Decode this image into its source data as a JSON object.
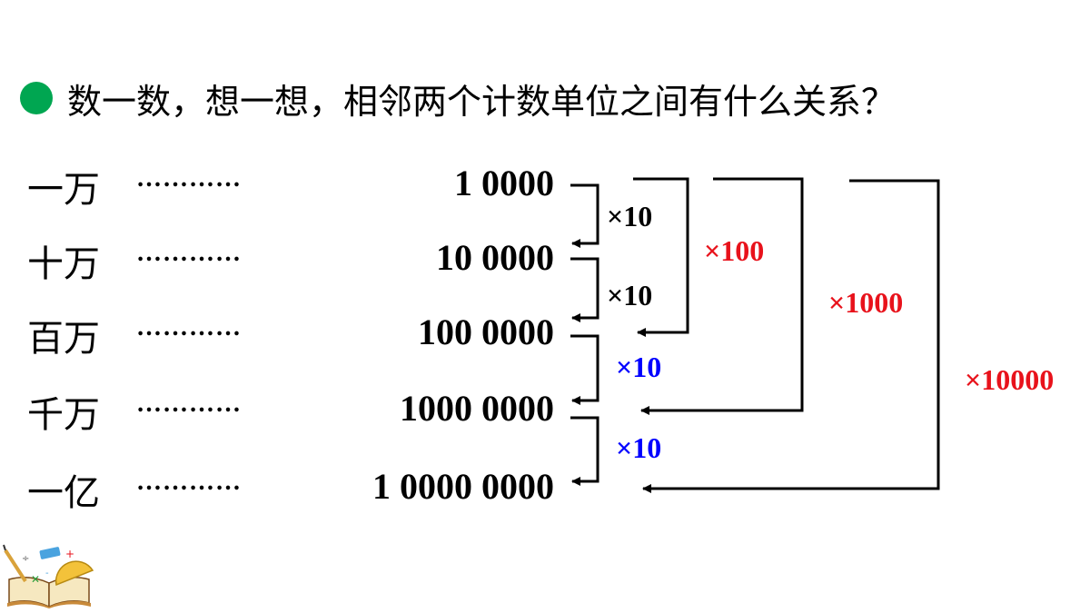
{
  "title": "数一数，想一想，相邻两个计数单位之间有什么关系？",
  "rows": [
    {
      "unit": "一万",
      "dots": "…………",
      "number": "1 0000"
    },
    {
      "unit": "十万",
      "dots": "…………",
      "number": "10 0000"
    },
    {
      "unit": "百万",
      "dots": "…………",
      "number": "100 0000"
    },
    {
      "unit": "千万",
      "dots": "…………",
      "number": "1000 0000"
    },
    {
      "unit": "一亿",
      "dots": "…………",
      "number": "1 0000 0000"
    }
  ],
  "multipliers": {
    "m1": "×10",
    "m2": "×10",
    "m3": "×10",
    "m4": "×10",
    "m100": "×100",
    "m1000": "×1000",
    "m10000": "×10000"
  },
  "colors": {
    "bullet": "#00a651",
    "black": "#000000",
    "blue": "#0000ff",
    "red": "#e8121b"
  }
}
